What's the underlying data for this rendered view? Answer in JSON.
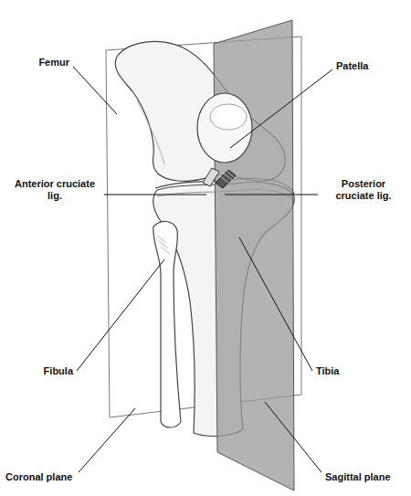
{
  "diagram": {
    "labels": [
      "Femur",
      "Patella",
      "Anterior cruciate lig.",
      "Posterior cruciate lig.",
      "Fibula",
      "Tibia",
      "Coronal plane",
      "Sagittal plane"
    ]
  }
}
